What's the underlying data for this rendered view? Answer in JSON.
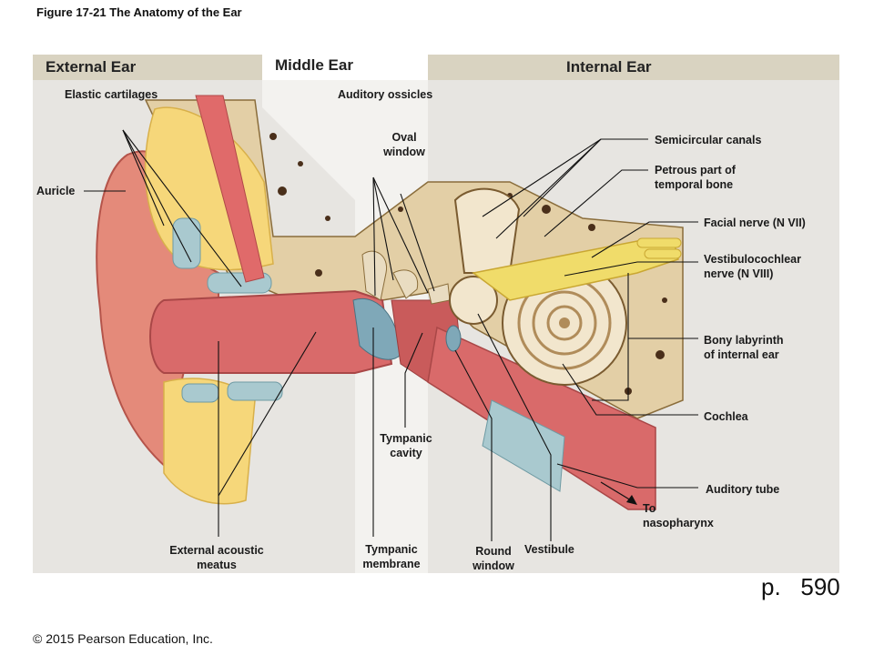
{
  "figure_title": "Figure 17-21  The Anatomy of the Ear",
  "sections": {
    "external": "External Ear",
    "middle": "Middle Ear",
    "internal": "Internal Ear"
  },
  "labels": {
    "elastic_cartilages": "Elastic cartilages",
    "auditory_ossicles": "Auditory ossicles",
    "oval_window_1": "Oval",
    "oval_window_2": "window",
    "semicircular_canals": "Semicircular canals",
    "petrous_1": "Petrous part of",
    "petrous_2": "temporal bone",
    "auricle": "Auricle",
    "facial_nerve": "Facial nerve (N VII)",
    "vestibulocochlear_1": "Vestibulocochlear",
    "vestibulocochlear_2": "nerve (N VIII)",
    "bony_labyrinth_1": "Bony labyrinth",
    "bony_labyrinth_2": "of internal ear",
    "cochlea": "Cochlea",
    "tympanic_cavity_1": "Tympanic",
    "tympanic_cavity_2": "cavity",
    "auditory_tube": "Auditory tube",
    "to_naso_1": "To",
    "to_naso_2": "nasopharynx",
    "ext_meatus_1": "External acoustic",
    "ext_meatus_2": "meatus",
    "tympanic_membrane_1": "Tympanic",
    "tympanic_membrane_2": "membrane",
    "round_window_1": "Round",
    "round_window_2": "window",
    "vestibule": "Vestibule"
  },
  "page_number": "p.   590",
  "copyright": "© 2015 Pearson Education, Inc."
}
